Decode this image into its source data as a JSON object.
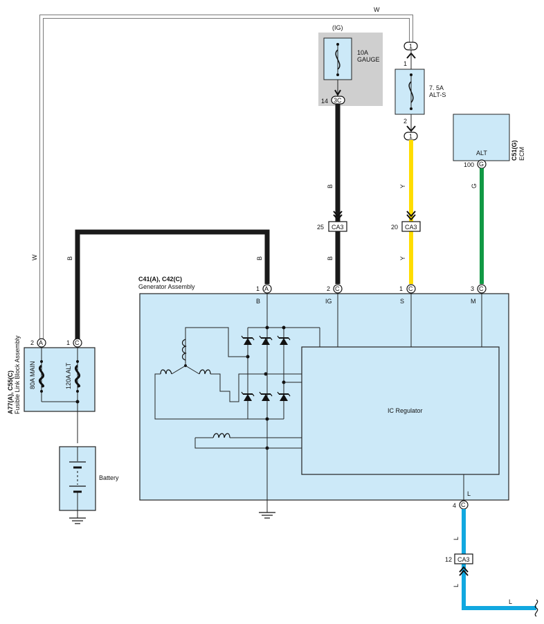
{
  "colors": {
    "box_fill": "#cce9f8",
    "fuse_area_fill": "#cfcfcf",
    "wire_black": "#1a1a1a",
    "wire_white_outline": "#777777",
    "wire_yellow": "#ffdd00",
    "wire_green": "#119944",
    "wire_blue": "#11a8e0"
  },
  "wire_labels": {
    "w_top": "W",
    "w_left": "W",
    "b_left": "B",
    "b_a_top": "B",
    "b_ig_upper": "B",
    "b_ig_lower": "B",
    "y_upper": "Y",
    "y_lower": "Y",
    "g": "G",
    "l_1": "L",
    "l_2": "L",
    "l_bottom": "L"
  },
  "gauge_fuse": {
    "supply": "(IG)",
    "rating": "10A",
    "name": "GAUGE",
    "pin": "14",
    "connector": "3C"
  },
  "alts_fuse": {
    "rating": "7. 5A",
    "name": "ALT-S",
    "pin_top": "1",
    "pin_bottom": "2",
    "conn_top": "1",
    "conn_bottom": "1"
  },
  "ecm": {
    "code": "C51(G)",
    "name": "ECM",
    "terminal": "ALT",
    "pin": "100",
    "conn": "G"
  },
  "ca3_ig": {
    "pin": "25",
    "label": "CA3"
  },
  "ca3_s": {
    "pin": "20",
    "label": "CA3"
  },
  "ca3_l": {
    "pin": "12",
    "label": "CA3"
  },
  "generator": {
    "code": "C41(A), C42(C)",
    "name": "Generator Assembly",
    "regulator": "IC Regulator",
    "pins": [
      {
        "num": "1",
        "conn": "A",
        "term": "B"
      },
      {
        "num": "2",
        "conn": "C",
        "term": "IG"
      },
      {
        "num": "1",
        "conn": "C",
        "term": "S"
      },
      {
        "num": "3",
        "conn": "C",
        "term": "M"
      }
    ],
    "l_term": "L",
    "l_pin": {
      "num": "4",
      "conn": "C"
    }
  },
  "fusible_link": {
    "code": "A77(A), C55(C)",
    "name": "Fusible Link Block Assembly",
    "fuse_main": "80A MAIN",
    "fuse_alt": "120A ALT",
    "pin_a": {
      "num": "2",
      "conn": "A"
    },
    "pin_c": {
      "num": "1",
      "conn": "C"
    }
  },
  "battery": {
    "label": "Battery"
  }
}
